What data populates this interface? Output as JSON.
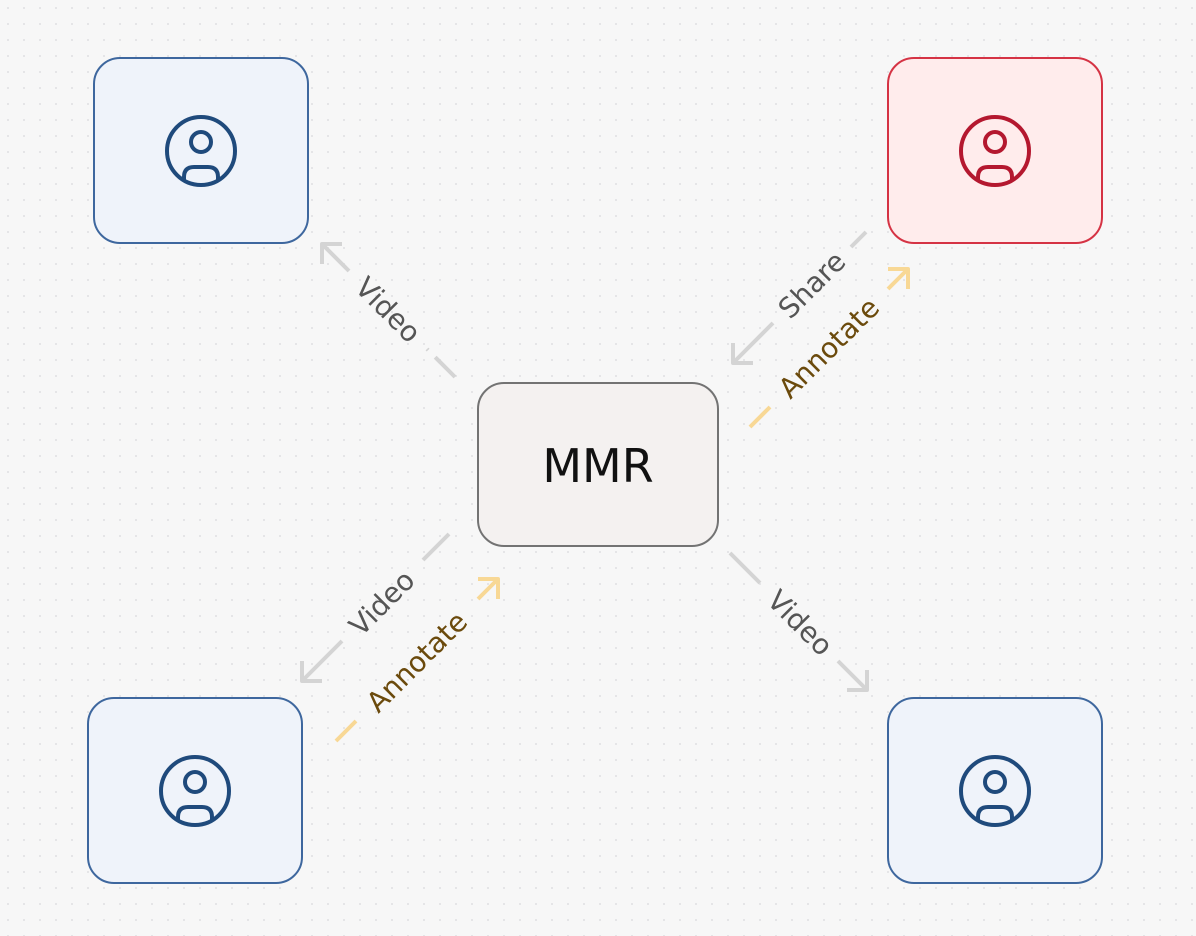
{
  "colors": {
    "page_bg": "#f7f7f7",
    "user_fill": "#eff3fa",
    "user_stroke": "#3e679e",
    "user_icon": "#1f4a7c",
    "presenter_fill": "#ffecec",
    "presenter_stroke": "#d53344",
    "presenter_icon": "#b4182f",
    "hub_fill": "#f4f1f0",
    "hub_stroke": "#737373",
    "hub_text": "#111111",
    "video_line": "#d4d4d4",
    "video_text": "#555555",
    "annotate_line": "#f8d895",
    "annotate_text": "#6b4a0c"
  },
  "hub": {
    "label": "MMR"
  },
  "nodes": {
    "top_left": {
      "icon": "user-circle-icon",
      "role": "participant"
    },
    "top_right": {
      "icon": "user-circle-icon",
      "role": "presenter"
    },
    "bottom_left": {
      "icon": "user-circle-icon",
      "role": "participant"
    },
    "bottom_right": {
      "icon": "user-circle-icon",
      "role": "participant"
    }
  },
  "edges": {
    "top_left_video": "Video",
    "top_right_share": "Share",
    "top_right_annotate": "Annotate",
    "bottom_left_video": "Video",
    "bottom_left_annotate": "Annotate",
    "bottom_right_video": "Video"
  }
}
